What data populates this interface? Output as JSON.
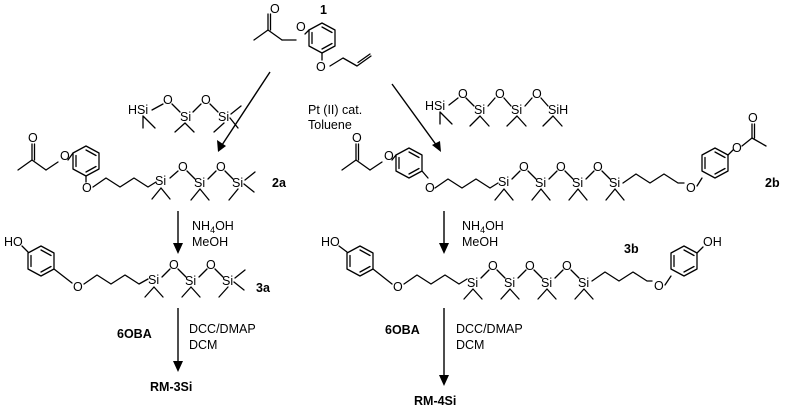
{
  "compounds": {
    "c1": "1",
    "c2a": "2a",
    "c2b": "2b",
    "c3a": "3a",
    "c3b": "3b",
    "rm3": "RM-3Si",
    "rm4": "RM-4Si"
  },
  "reagents": {
    "catalyst": "Pt (II) cat.",
    "solvent": "Toluene",
    "base": "NH",
    "base_sub": "4",
    "base_end": "OH",
    "base_solvent": "MeOH",
    "acid": "6OBA",
    "coupling": "DCC/DMAP",
    "coupling_solvent": "DCM"
  },
  "atoms": {
    "O": "O",
    "HO": "HO",
    "OH": "OH",
    "Si": "Si",
    "HSi": "HSi",
    "SiH": "SiH"
  }
}
